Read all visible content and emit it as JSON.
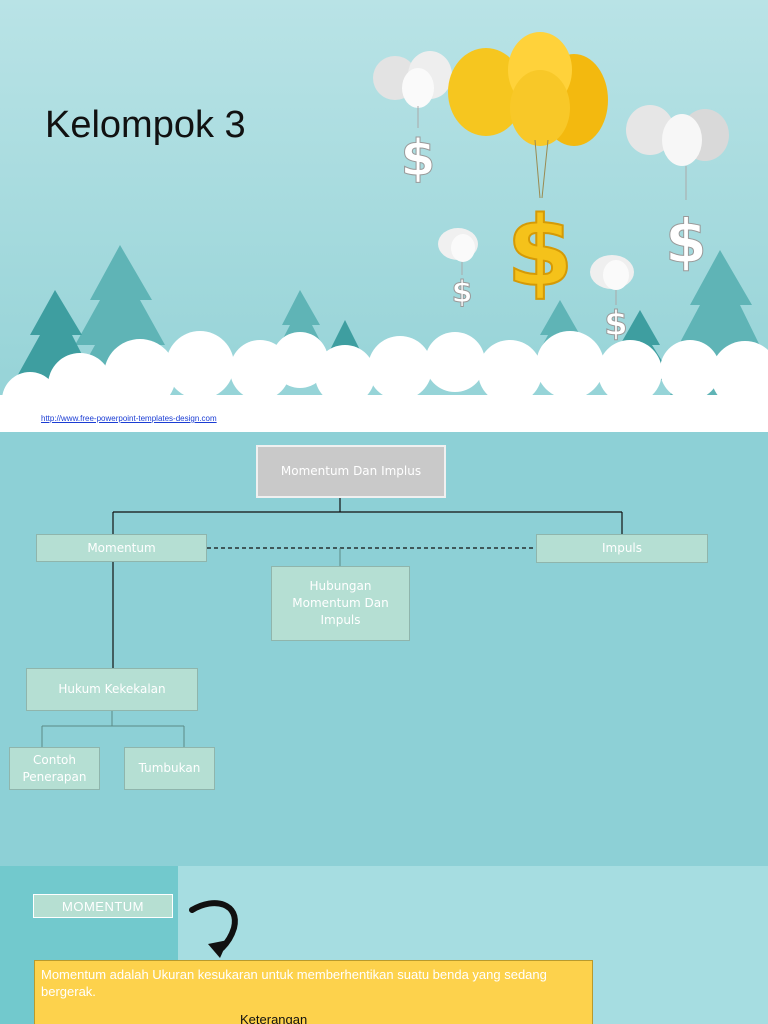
{
  "slide1": {
    "title": "Kelompok 3",
    "link": "http://www.free-powerpoint-templates-design.com",
    "dollar_symbol": "$",
    "colors": {
      "sky": "#a9dcdf",
      "trees": "#3e9ea0",
      "cloud": "#ffffff",
      "gold": "#f5c21a",
      "balloon_white": "#e6e6e6"
    }
  },
  "slide2": {
    "root": "Momentum Dan Implus",
    "momentum": "Momentum",
    "impuls": "Impuls",
    "hubungan": "Hubungan Momentum Dan Impuls",
    "hukum": "Hukum Kekekalan",
    "contoh": "Contoh Penerapan",
    "tumbukan": "Tumbukan",
    "colors": {
      "background": "#8dd0d6",
      "box": "#b5dfd3",
      "root_box": "#c9c9c9"
    }
  },
  "slide3": {
    "label": "MOMENTUM",
    "definition": "Momentum adalah Ukuran kesukaran untuk memberhentikan suatu benda yang sedang bergerak.",
    "keterangan": "Keterangan",
    "colors": {
      "band": "#72c9cd",
      "note_box": "#fdd24c"
    }
  }
}
